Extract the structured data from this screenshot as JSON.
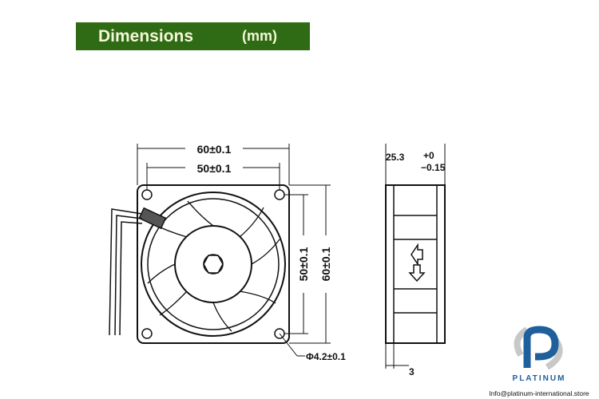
{
  "title": {
    "label": "Dimensions",
    "unit": "(mm)"
  },
  "dimensions": {
    "outer_width": "60±0.1",
    "hole_spacing_width": "50±0.1",
    "hole_spacing_height": "50±0.1",
    "outer_height": "60±0.1",
    "hole_diameter": "Φ4.2±0.1",
    "depth": "25.3",
    "depth_tol_plus": "+0",
    "depth_tol_minus": "−0.15",
    "lead_offset": "3"
  },
  "logo": {
    "brand": "PLATINUM",
    "email": "Info@platinum-international.store"
  },
  "colors": {
    "title_bg": "#2f6a14",
    "brand": "#1f5f9c"
  }
}
